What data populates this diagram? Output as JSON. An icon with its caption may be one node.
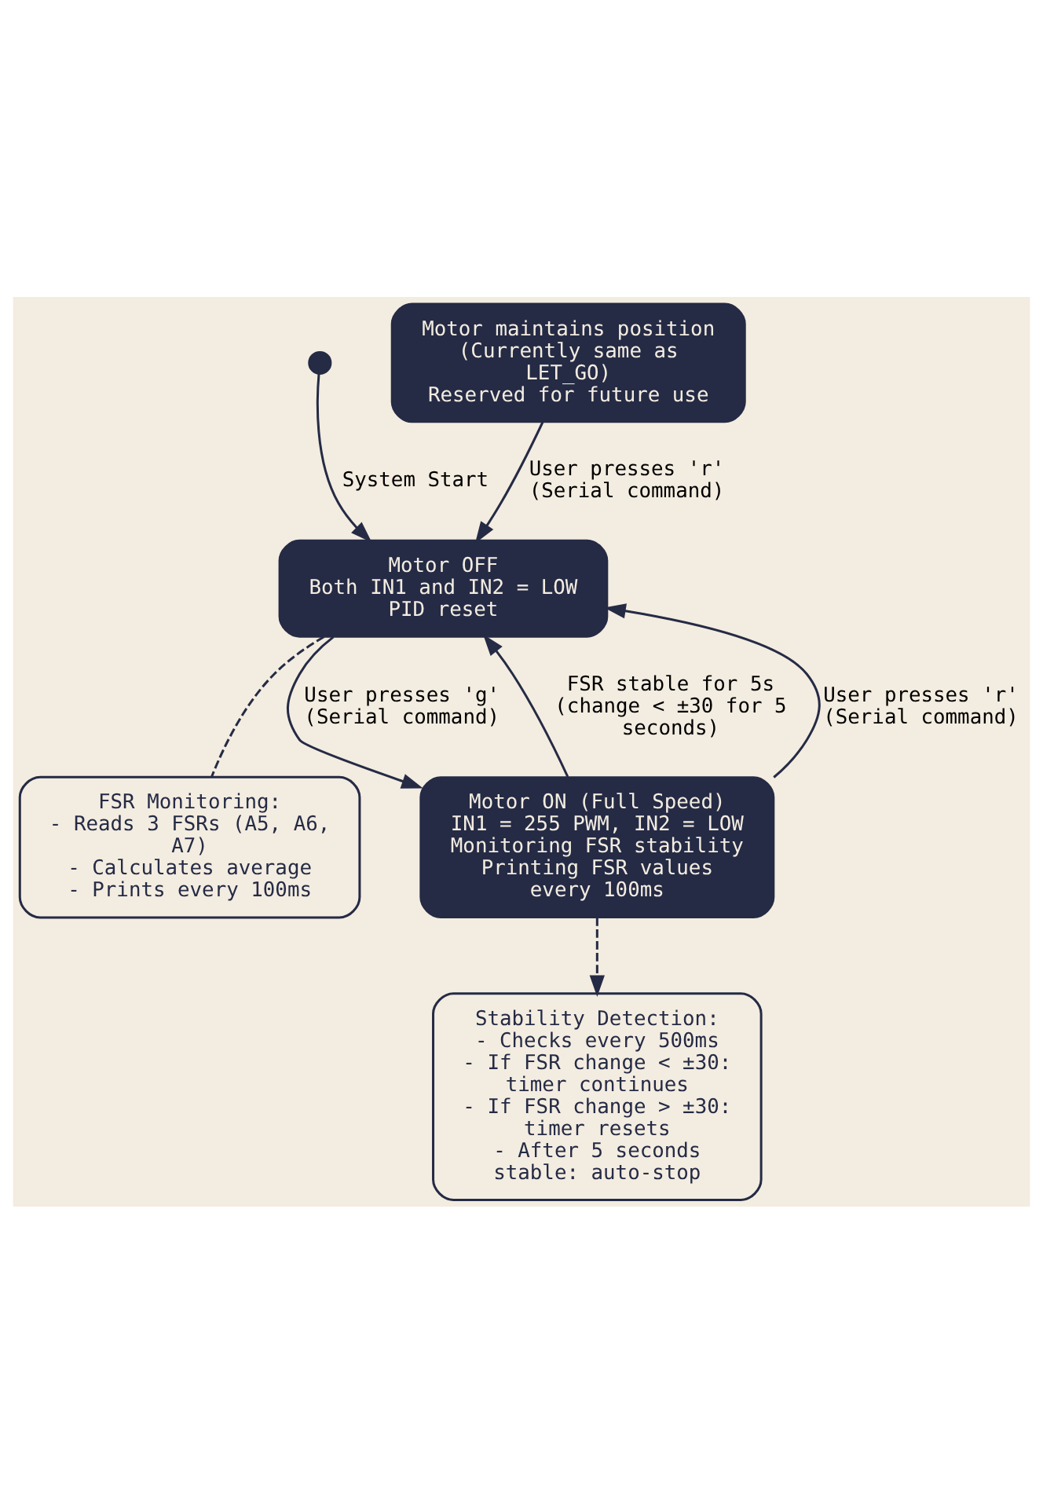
{
  "diagram": {
    "nodes": [
      {
        "text": [],
        "shape": "circle"
      },
      {
        "text": [
          "Motor maintains position",
          "(Currently same as LET_GO)",
          "Reserved for future use"
        ]
      },
      {
        "text": [
          "Motor OFF",
          "Both IN1 and IN2 = LOW",
          "PID reset"
        ]
      },
      {
        "text": [
          "FSR Monitoring:",
          "- Reads 3 FSRs (A5, A6, A7)",
          "- Calculates average",
          "- Prints every 100ms"
        ]
      },
      {
        "text": [
          "Motor ON (Full Speed)",
          "IN1 = 255 PWM, IN2 = LOW",
          "Monitoring FSR stability",
          "Printing FSR values every 100ms"
        ]
      },
      {
        "text": [
          "Stability Detection:",
          "- Checks every 500ms",
          "- If FSR change < ±30: timer continues",
          "- If FSR change > ±30: timer resets",
          "- After 5 seconds stable: auto-stop"
        ]
      }
    ],
    "edges": [
      {
        "from": 0,
        "to": 2,
        "arrow": "to",
        "label": "System Start"
      },
      {
        "from": 1,
        "to": 2,
        "arrow": "to",
        "label": "User presses 'r' (Serial command)"
      },
      {
        "from": 2,
        "to": 4,
        "arrow": "to",
        "label": "User presses 'g' (Serial command)"
      },
      {
        "from": 4,
        "to": 2,
        "arrow": "to",
        "label": "FSR stable for 5s (change < ±30 for 5 seconds)"
      },
      {
        "from": 4,
        "to": 2,
        "arrow": "to",
        "label": "User presses 'r' (Serial command)"
      },
      {
        "from": 2,
        "to": 3,
        "arrow": "none",
        "style": "dashed"
      },
      {
        "from": 4,
        "to": 5,
        "arrow": "to",
        "style": "dashed"
      }
    ]
  }
}
